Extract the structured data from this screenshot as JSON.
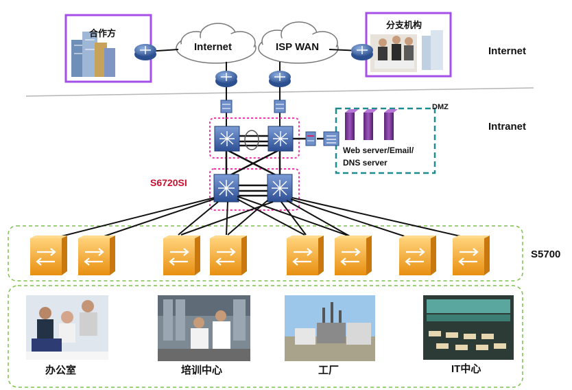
{
  "zones": {
    "internet": "Internet",
    "intranet": "Intranet",
    "access": "S5700"
  },
  "partner": {
    "label": "合作方"
  },
  "branch": {
    "label": "分支机构"
  },
  "clouds": {
    "internet": "Internet",
    "isp": "ISP WAN"
  },
  "dmz": {
    "title": "DMZ",
    "servers_line1": "Web server/Email/",
    "servers_line2": "DNS server"
  },
  "core_model": "S6720SI",
  "sites": [
    {
      "label": "办公室"
    },
    {
      "label": "培训中心"
    },
    {
      "label": "工厂"
    },
    {
      "label": "IT中心"
    }
  ],
  "colors": {
    "partner_frame": "#a64ee8",
    "dmz_frame": "#1e8c8c",
    "stack_frame": "#e83aa6",
    "access_frame": "#7cc04b",
    "router": "#3b63a8",
    "switch": "#f0a024",
    "server": "#7b3a99",
    "core_label": "#c8102e"
  }
}
